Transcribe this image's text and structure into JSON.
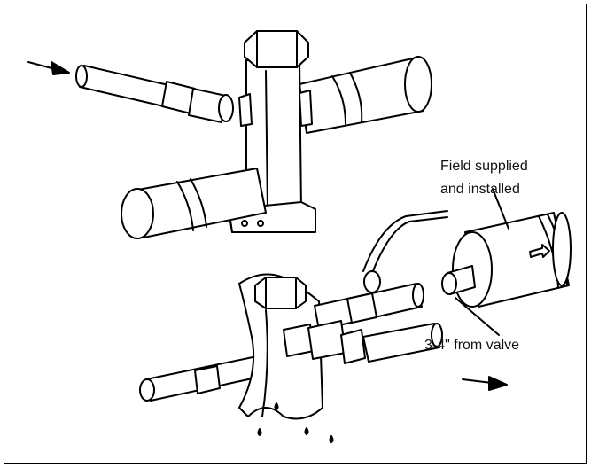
{
  "labels": {
    "field_line1": "Field supplied",
    "field_line2": "and installed",
    "distance": "3-4\" from valve"
  },
  "icons": [
    "inlet-flow-arrow-icon",
    "outlet-flow-arrow-icon",
    "filter-flow-arrow-icon",
    "water-drop-icon"
  ],
  "colors": {
    "line": "#000000",
    "background": "#ffffff"
  }
}
